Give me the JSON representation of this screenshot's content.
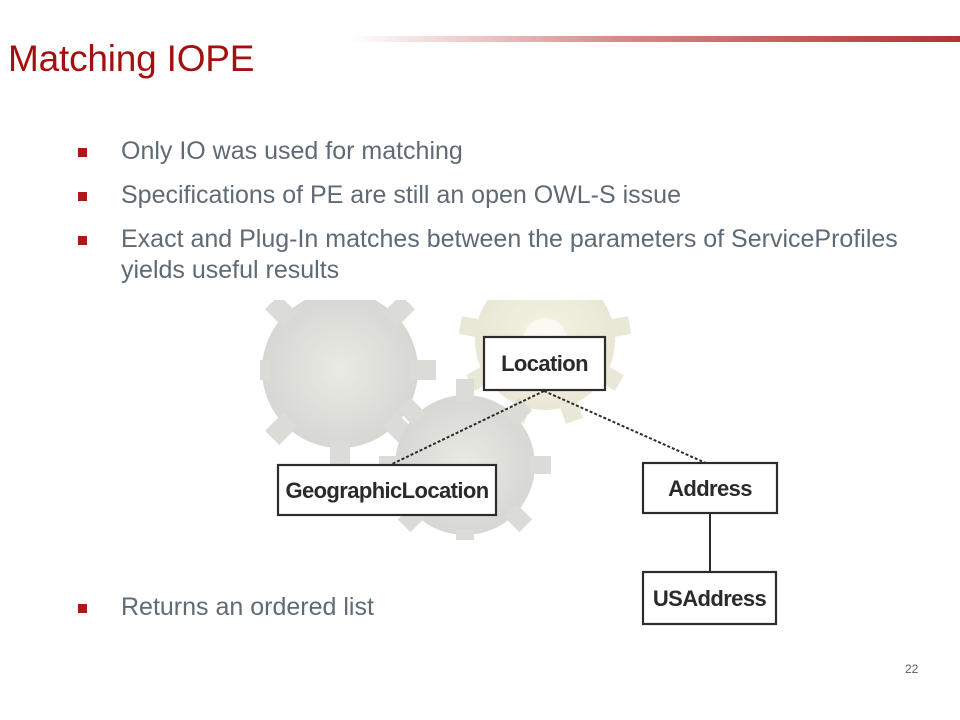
{
  "slide": {
    "title": "Matching IOPE",
    "page_number": "22"
  },
  "bullets": [
    "Only IO was used for matching",
    "Specifications of PE are still an open OWL-S issue",
    "Exact and Plug-In matches between the parameters of ServiceProfiles yields useful results",
    "Returns an ordered list"
  ],
  "diagram": {
    "nodes": {
      "location": "Location",
      "geographic_location": "GeographicLocation",
      "address": "Address",
      "us_address": "USAddress"
    }
  },
  "colors": {
    "title": "#a50f0f",
    "bullet_marker": "#b01717",
    "body_text": "#5f6a74",
    "header_line": "#b23232"
  }
}
